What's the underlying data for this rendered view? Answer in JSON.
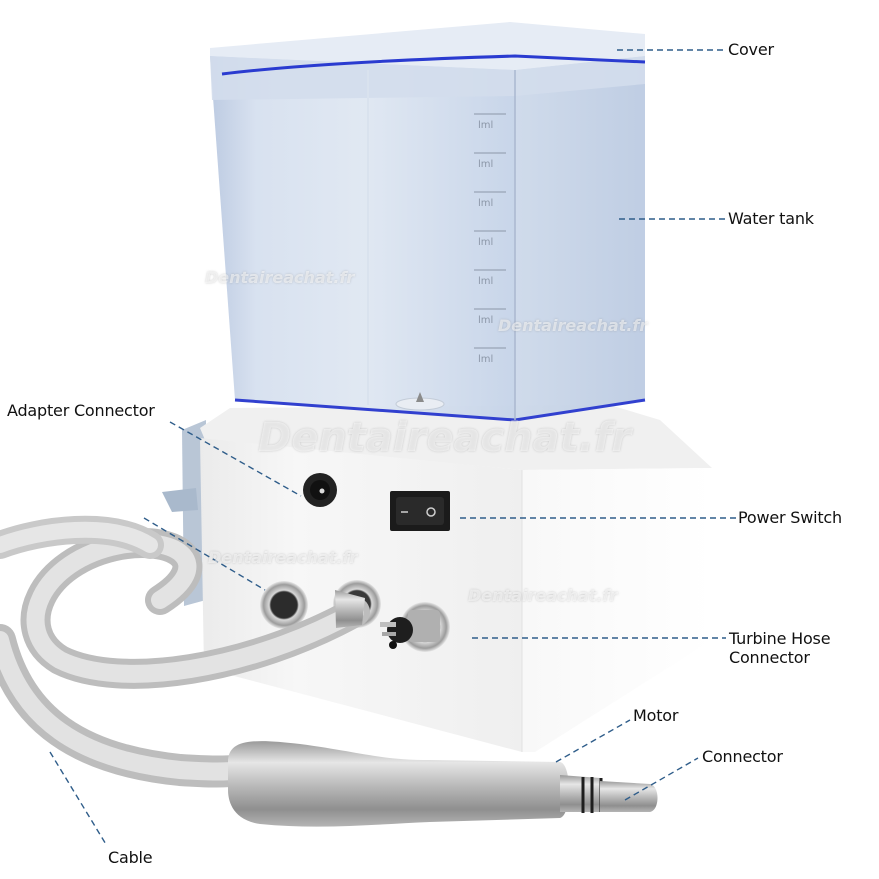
{
  "figure": {
    "subject": "Dental micromotor unit with water tank",
    "colors": {
      "background": "#ffffff",
      "leader_line": "#2f5d8a",
      "label_text": "#111111",
      "tank_tint": "#c9d7ec",
      "tank_edge_blue": "#2a3bd0",
      "body_white": "#f4f4f4",
      "cable_grey": "#d2d2d2",
      "steel": "#b8b8b8"
    }
  },
  "labels": {
    "cover": "Cover",
    "water_tank": "Water tank",
    "adapter_connector": "Adapter Connector",
    "power_switch": "Power Switch",
    "turbine_hose_connector_line1": "Turbine Hose",
    "turbine_hose_connector_line2": "Connector",
    "motor": "Motor",
    "connector": "Connector",
    "cable": "Cable"
  },
  "tank": {
    "graduation_marks": [
      "lml",
      "lml",
      "lml",
      "lml",
      "lml",
      "lml",
      "lml"
    ]
  },
  "watermarks": [
    {
      "text": "Dentaireachat.fr",
      "size": "small"
    },
    {
      "text": "Dentaireachat.fr",
      "size": "small"
    },
    {
      "text": "Dentaireachat.fr",
      "size": "large"
    },
    {
      "text": "Dentaireachat.fr",
      "size": "small"
    },
    {
      "text": "Dentaireachat.fr",
      "size": "small"
    }
  ]
}
